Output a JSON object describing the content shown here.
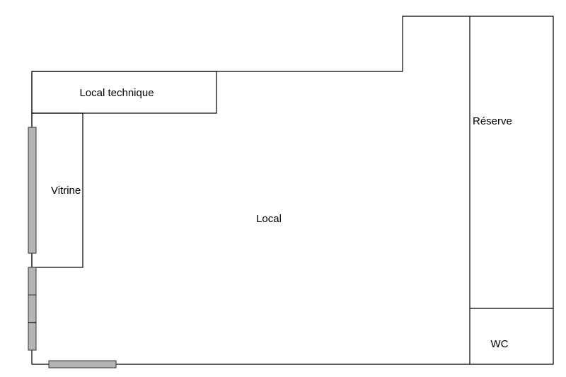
{
  "rooms": {
    "local_technique": "Local technique",
    "vitrine": "Vitrine",
    "local": "Local",
    "reserve": "Réserve",
    "wc": "WC"
  },
  "colors": {
    "walls": "#000000",
    "windows": "#b4b4b4",
    "background": "#ffffff"
  }
}
